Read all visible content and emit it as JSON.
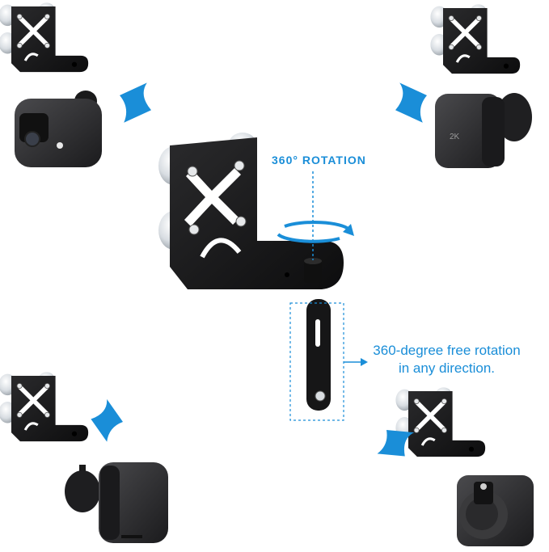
{
  "headline": "360° ROTATION",
  "description": {
    "line1": "360-degree free rotation",
    "line2": "in any direction."
  },
  "colors": {
    "accent": "#1a8ed8",
    "bracket": "#18181a",
    "camera": "#2b2b2d",
    "suction": "#dcdfe3",
    "background": "#ffffff"
  },
  "icons": {
    "rotation": "circular-arrow-icon",
    "pointer": "curved-arrow-icon"
  }
}
